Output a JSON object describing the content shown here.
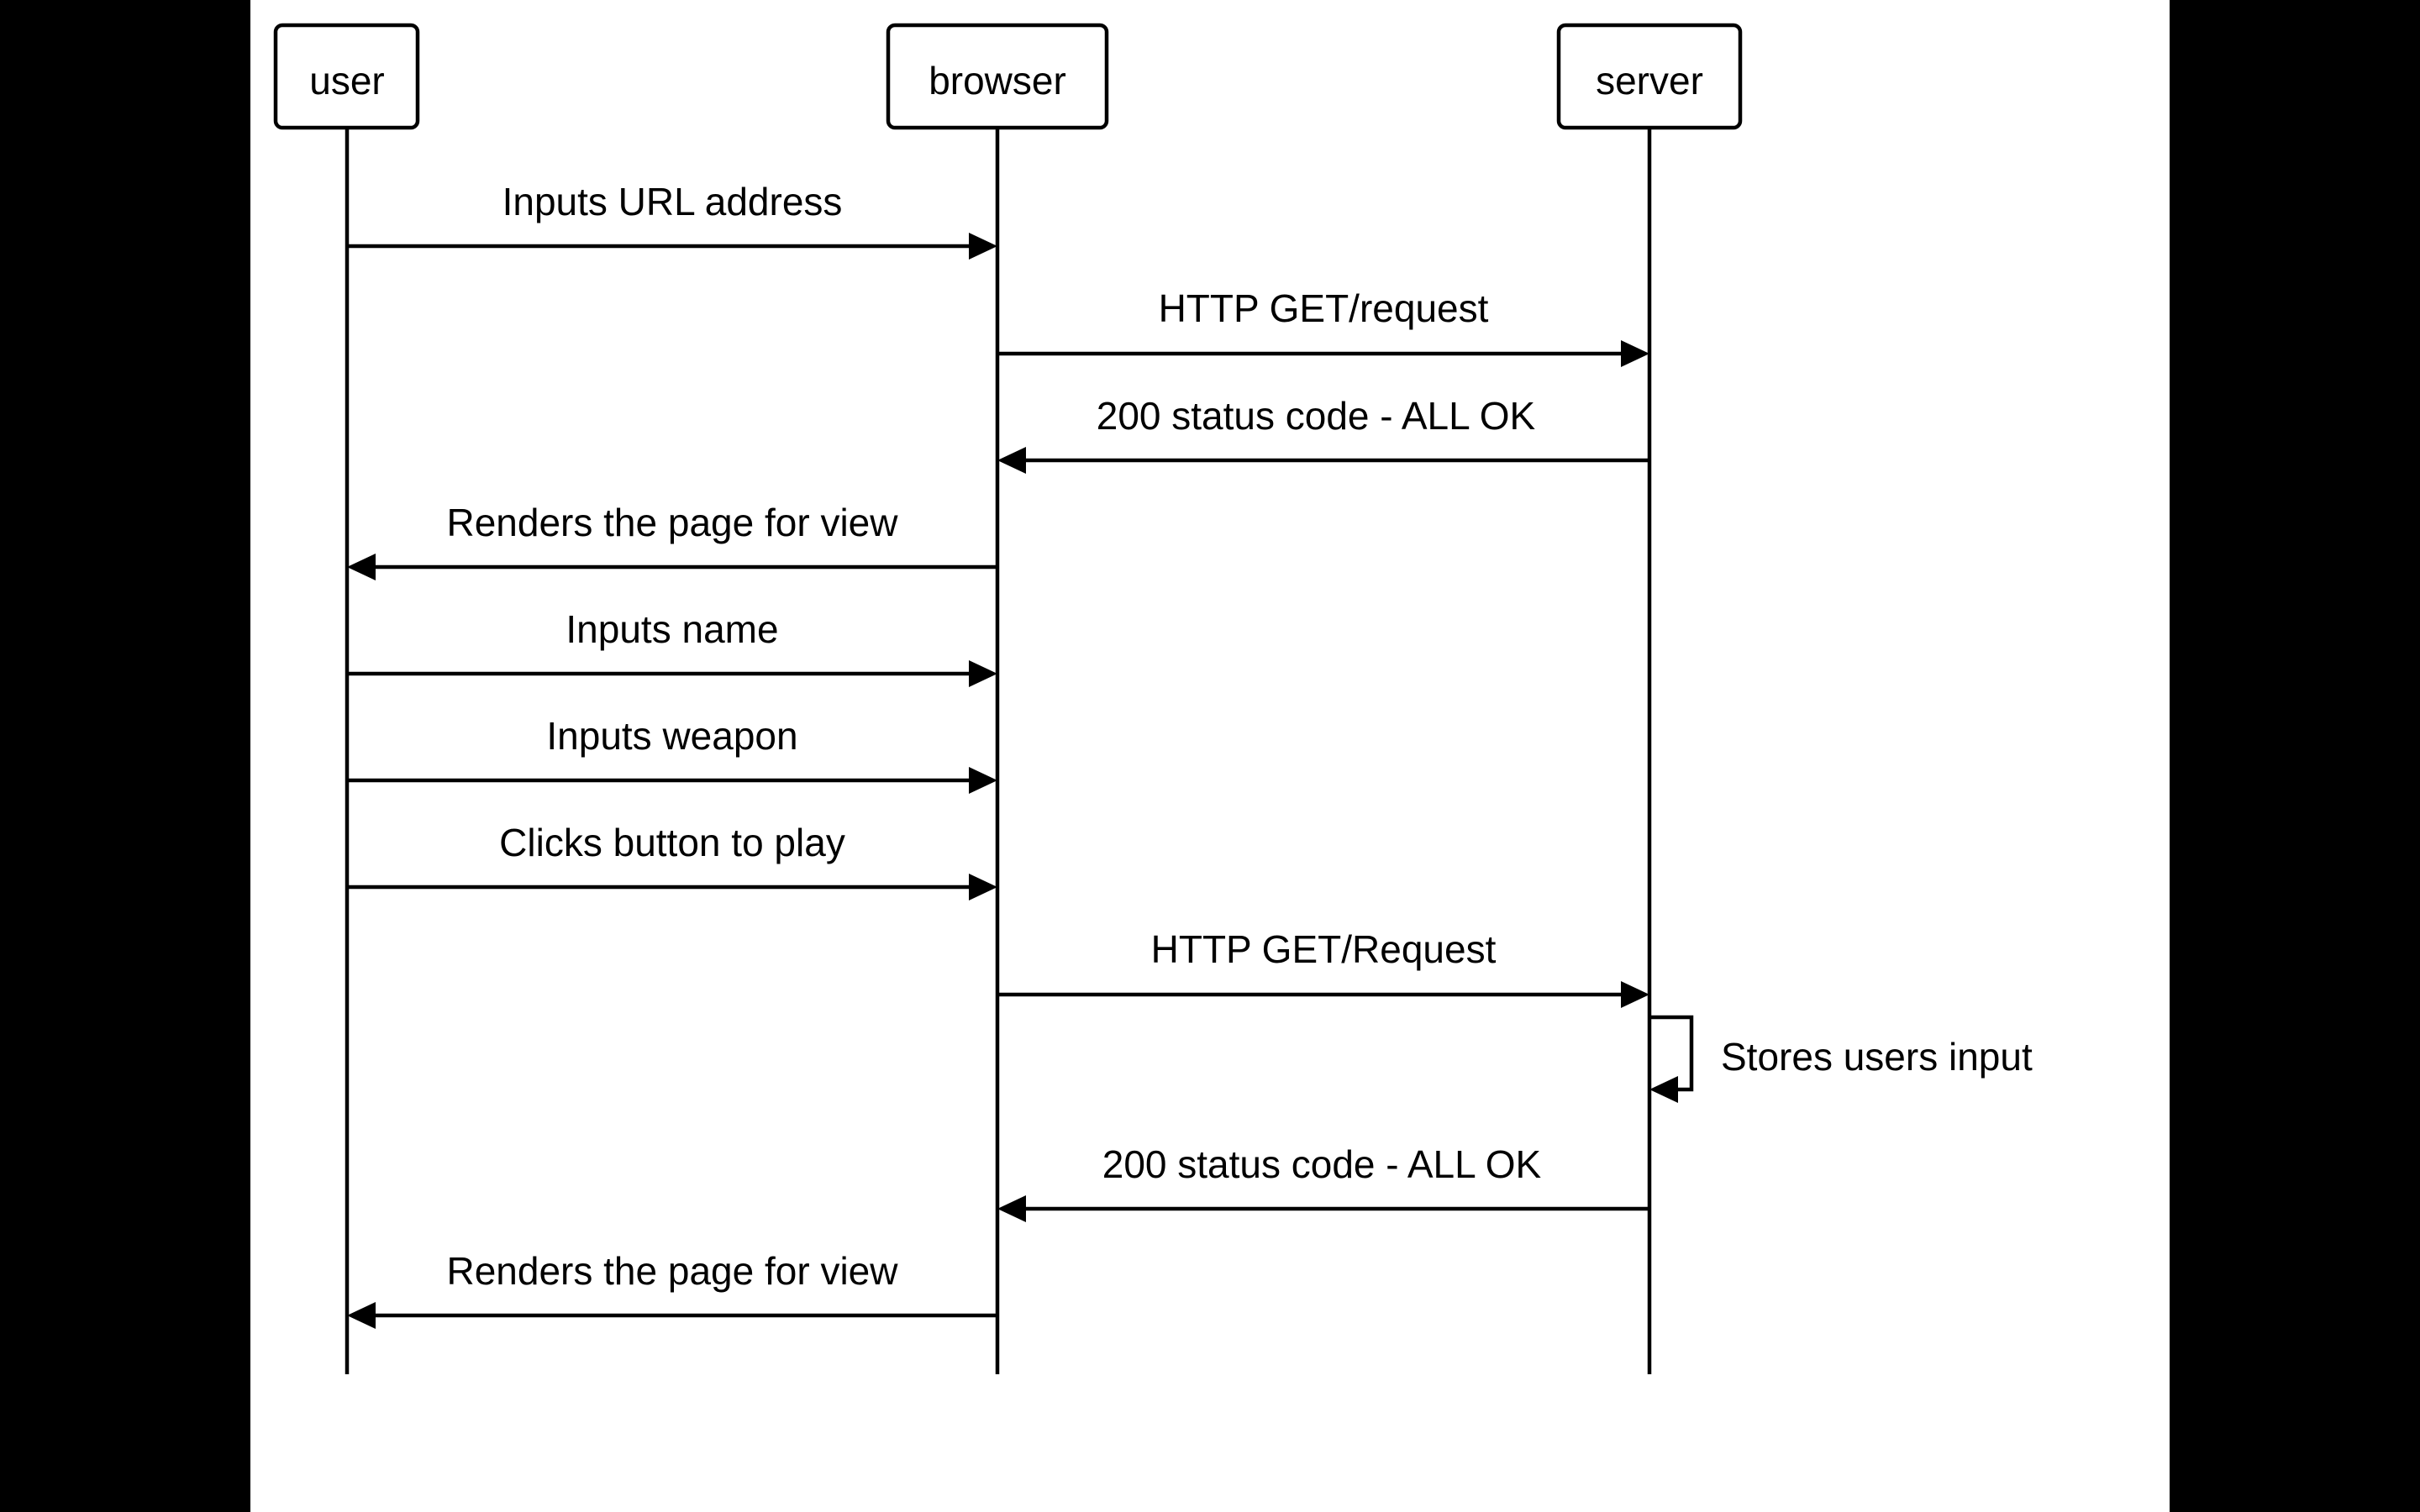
{
  "actors": [
    {
      "id": "user",
      "label": "user"
    },
    {
      "id": "browser",
      "label": "browser"
    },
    {
      "id": "server",
      "label": "server"
    }
  ],
  "messages": [
    {
      "from": "user",
      "to": "browser",
      "label": "Inputs URL address"
    },
    {
      "from": "browser",
      "to": "server",
      "label": "HTTP GET/request"
    },
    {
      "from": "server",
      "to": "browser",
      "label": "200 status code - ALL OK"
    },
    {
      "from": "browser",
      "to": "user",
      "label": "Renders the page for view"
    },
    {
      "from": "user",
      "to": "browser",
      "label": "Inputs name"
    },
    {
      "from": "user",
      "to": "browser",
      "label": "Inputs weapon"
    },
    {
      "from": "user",
      "to": "browser",
      "label": "Clicks button to play"
    },
    {
      "from": "browser",
      "to": "server",
      "label": "HTTP GET/Request"
    },
    {
      "from": "server",
      "to": "server",
      "label": "Stores users input"
    },
    {
      "from": "server",
      "to": "browser",
      "label": "200 status code - ALL OK"
    },
    {
      "from": "browser",
      "to": "user",
      "label": "Renders the page for view"
    }
  ],
  "colors": {
    "background": "#000000",
    "canvas": "#ffffff",
    "ink": "#000000"
  }
}
